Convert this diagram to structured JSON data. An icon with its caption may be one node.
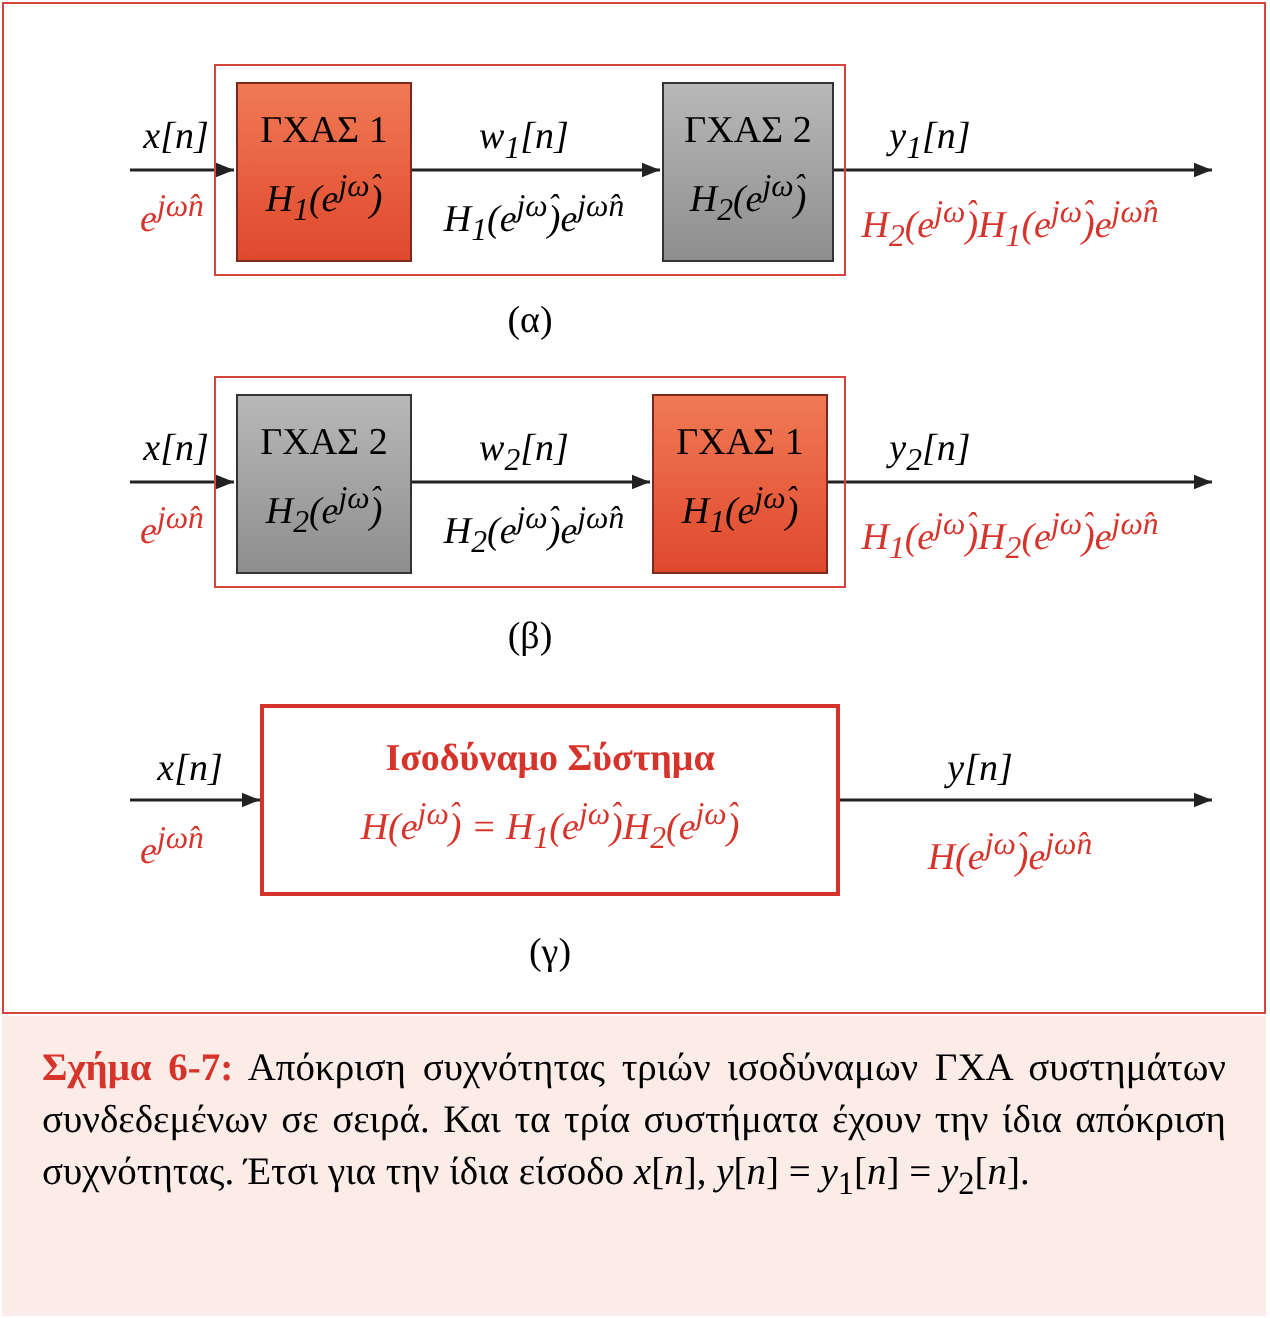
{
  "diagram": {
    "caption": "**Σχήμα 6-7:** Απόκριση συχνότητας τριών ισοδύναμων ΓΧΑ συστημάτων συνδεδεμένων σε σειρά. Και τα τρία συστήματα έχουν την ίδια απόκριση συχνότητας. Έτσι για την ίδια είσοδο *x*[*n*], *y*[*n*] = *y*$_{1}$[*n*] = *y*$_{2}$[*n*].",
    "nodes": [
      {
        "text": [],
        "shape": "box"
      },
      {
        "text": [
          "ΓΧΑΣ 1",
          "H$_{1}$(e$^{jω̂}$)"
        ],
        "in": 0
      },
      {
        "text": [
          "ΓΧΑΣ 2",
          "H$_{2}$(e$^{jω̂}$)"
        ],
        "in": 0
      },
      {
        "text": [],
        "shape": "box"
      },
      {
        "text": [
          "ΓΧΑΣ 2",
          "H$_{2}$(e$^{jω̂}$)"
        ],
        "in": 3
      },
      {
        "text": [
          "ΓΧΑΣ 1",
          "H$_{1}$(e$^{jω̂}$)"
        ],
        "in": 3
      },
      {
        "text": [
          "Ισοδύναμο Σύστημα",
          "H(e$^{jω̂}$) = H$_{1}$(e$^{jω̂}$)H$_{2}$(e$^{jω̂}$)"
        ]
      }
    ],
    "edges": [
      {
        "from": null,
        "to": 1,
        "arrow": "to",
        "label": "x[n]"
      },
      {
        "from": 1,
        "to": 2,
        "arrow": "to",
        "label": "w$_{1}$[n]"
      },
      {
        "from": 2,
        "to": null,
        "arrow": "to",
        "label": "y$_{1}$[n]"
      },
      {
        "from": null,
        "to": 4,
        "arrow": "to",
        "label": "x[n]"
      },
      {
        "from": 4,
        "to": 5,
        "arrow": "to",
        "label": "w$_{2}$[n]"
      },
      {
        "from": 5,
        "to": null,
        "arrow": "to",
        "label": "y$_{2}$[n]"
      },
      {
        "from": null,
        "to": 6,
        "arrow": "to",
        "label": "x[n]"
      },
      {
        "from": 6,
        "to": null,
        "arrow": "to",
        "label": "y[n]"
      }
    ],
    "labels": [
      "e$^{jω̂n}$",
      "H$_{1}$(e$^{jω̂}$)e$^{jω̂n}$",
      "H$_{2}$(e$^{jω̂}$)H$_{1}$(e$^{jω̂}$)e$^{jω̂n}$",
      "(α)",
      "e$^{jω̂n}$",
      "H$_{2}$(e$^{jω̂}$)e$^{jω̂n}$",
      "H$_{1}$(e$^{jω̂}$)H$_{2}$(e$^{jω̂}$)e$^{jω̂n}$",
      "(β)",
      "e$^{jω̂n}$",
      "H(e$^{jω̂}$)e$^{jω̂n}$",
      "(γ)"
    ]
  }
}
